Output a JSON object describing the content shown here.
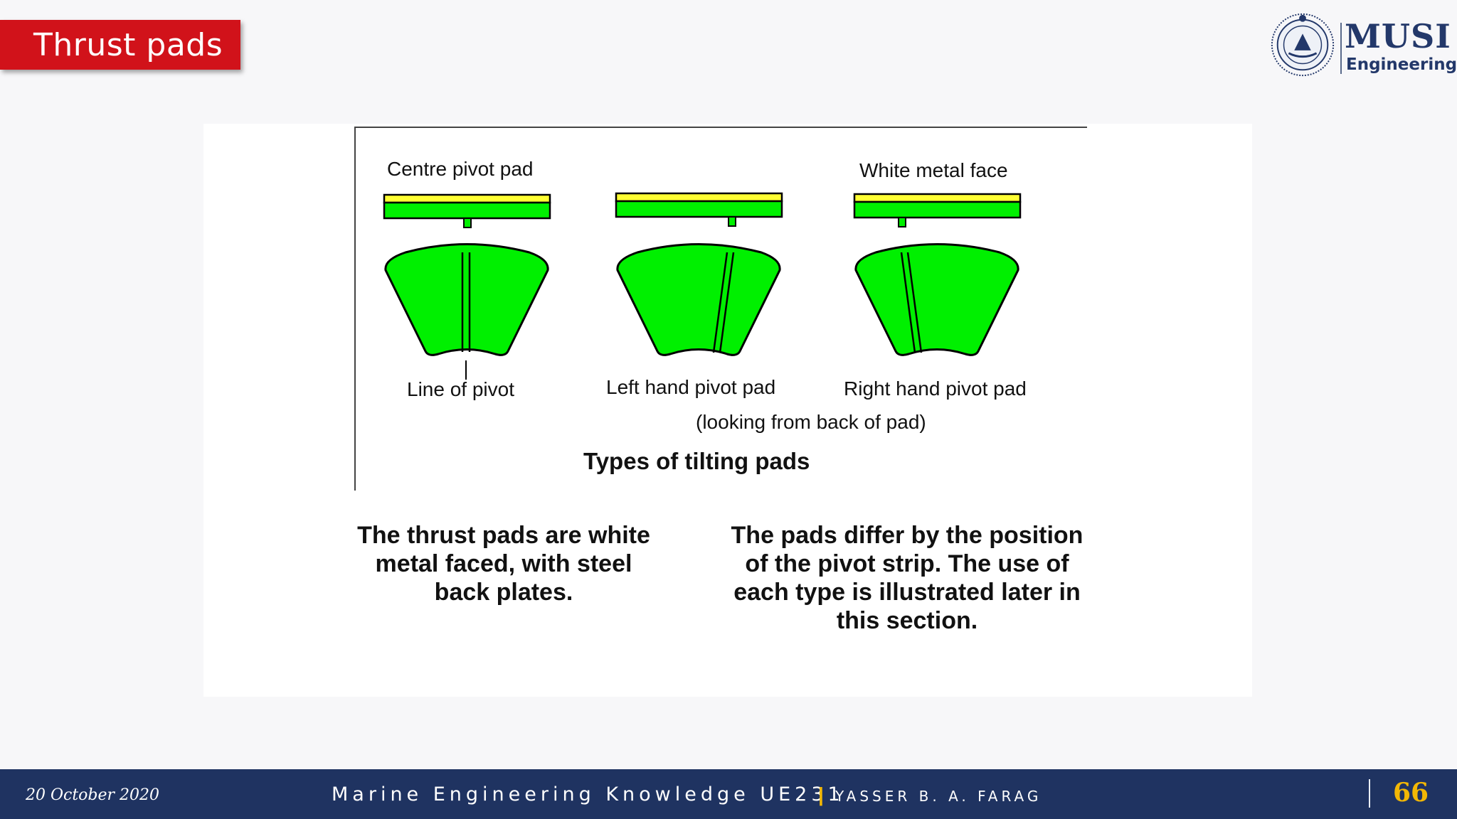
{
  "header": {
    "title": "Thrust pads",
    "logo": {
      "name": "MUSI",
      "subtitle": "Engineering",
      "emblem_icon": "university-seal-icon"
    }
  },
  "figure": {
    "labels": {
      "centre_pivot": "Centre pivot pad",
      "white_metal_face": "White metal face",
      "line_of_pivot": "Line of pivot",
      "left_hand": "Left hand pivot pad",
      "right_hand": "Right hand pivot pad",
      "looking_from_back": "(looking from back of pad)"
    },
    "caption": "Types of tilting pads",
    "colors": {
      "pad_green": "#00f000",
      "white_metal_yellow": "#ffff33",
      "outline": "#000000"
    }
  },
  "body": {
    "left_text": "The thrust pads are white metal faced, with steel back plates.",
    "right_text": "The pads differ by the position of the pivot strip. The use of each type is illustrated later in this section."
  },
  "footer": {
    "date": "20 October 2020",
    "course": "Marine Engineering Knowledge UE231",
    "separator": "|",
    "author": "YASSER B. A. FARAG",
    "page_number": "66"
  },
  "theme": {
    "title_red": "#d1121a",
    "footer_navy": "#1f3361",
    "accent_gold": "#f2b705",
    "logo_navy": "#23386a"
  }
}
